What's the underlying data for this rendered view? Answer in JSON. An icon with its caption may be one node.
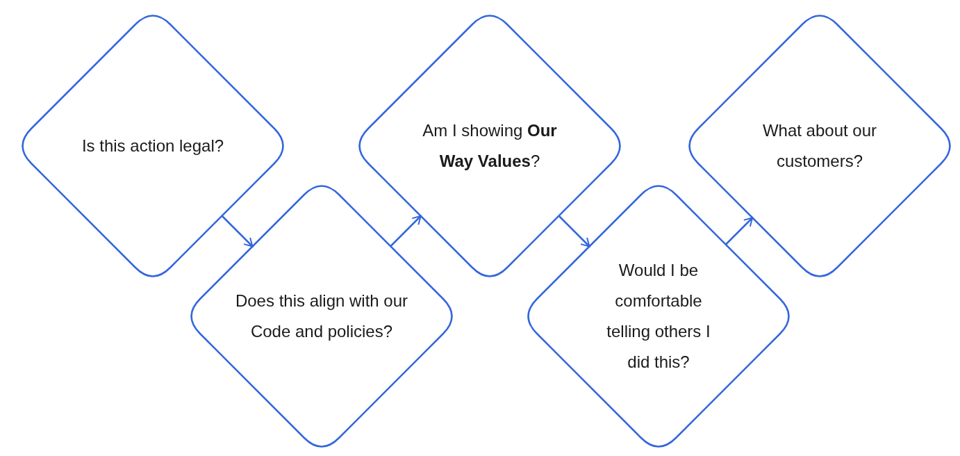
{
  "diagram": {
    "nodes": [
      {
        "text": [
          "Is this action legal?"
        ]
      },
      {
        "text": [
          "Does this align with our Code and policies?"
        ]
      },
      {
        "text": [
          "Am I showing **Our Way Values**?"
        ]
      },
      {
        "text": [
          "Would I be comfortable telling others I did this?"
        ]
      },
      {
        "text": [
          "What about our customers?"
        ]
      }
    ],
    "edges": [
      {
        "from": 0,
        "to": 1,
        "arrow": "to"
      },
      {
        "from": 1,
        "to": 2,
        "arrow": "to"
      },
      {
        "from": 2,
        "to": 3,
        "arrow": "to"
      },
      {
        "from": 3,
        "to": 4,
        "arrow": "to"
      }
    ]
  }
}
